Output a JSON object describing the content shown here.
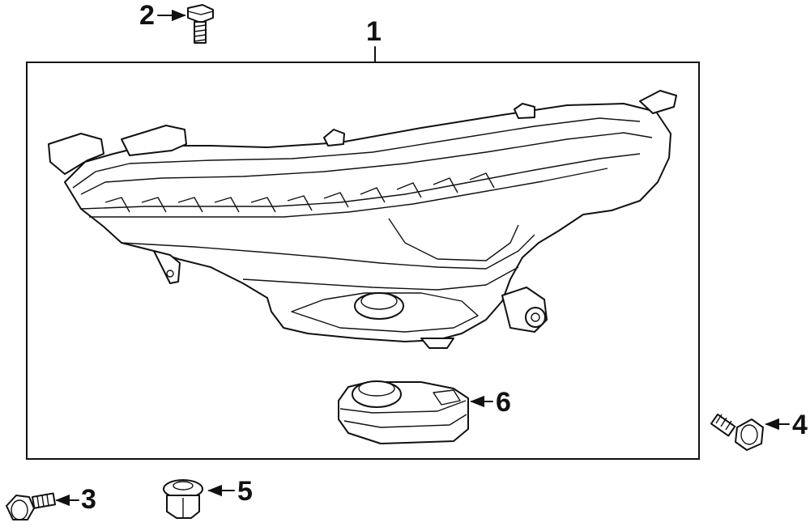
{
  "diagram": {
    "callouts": [
      {
        "id": "1",
        "label": "1",
        "part": "headlamp-assembly"
      },
      {
        "id": "2",
        "label": "2",
        "part": "upper-bolt"
      },
      {
        "id": "3",
        "label": "3",
        "part": "lower-bolt"
      },
      {
        "id": "4",
        "label": "4",
        "part": "side-bolt"
      },
      {
        "id": "5",
        "label": "5",
        "part": "nut"
      },
      {
        "id": "6",
        "label": "6",
        "part": "control-module"
      }
    ]
  }
}
